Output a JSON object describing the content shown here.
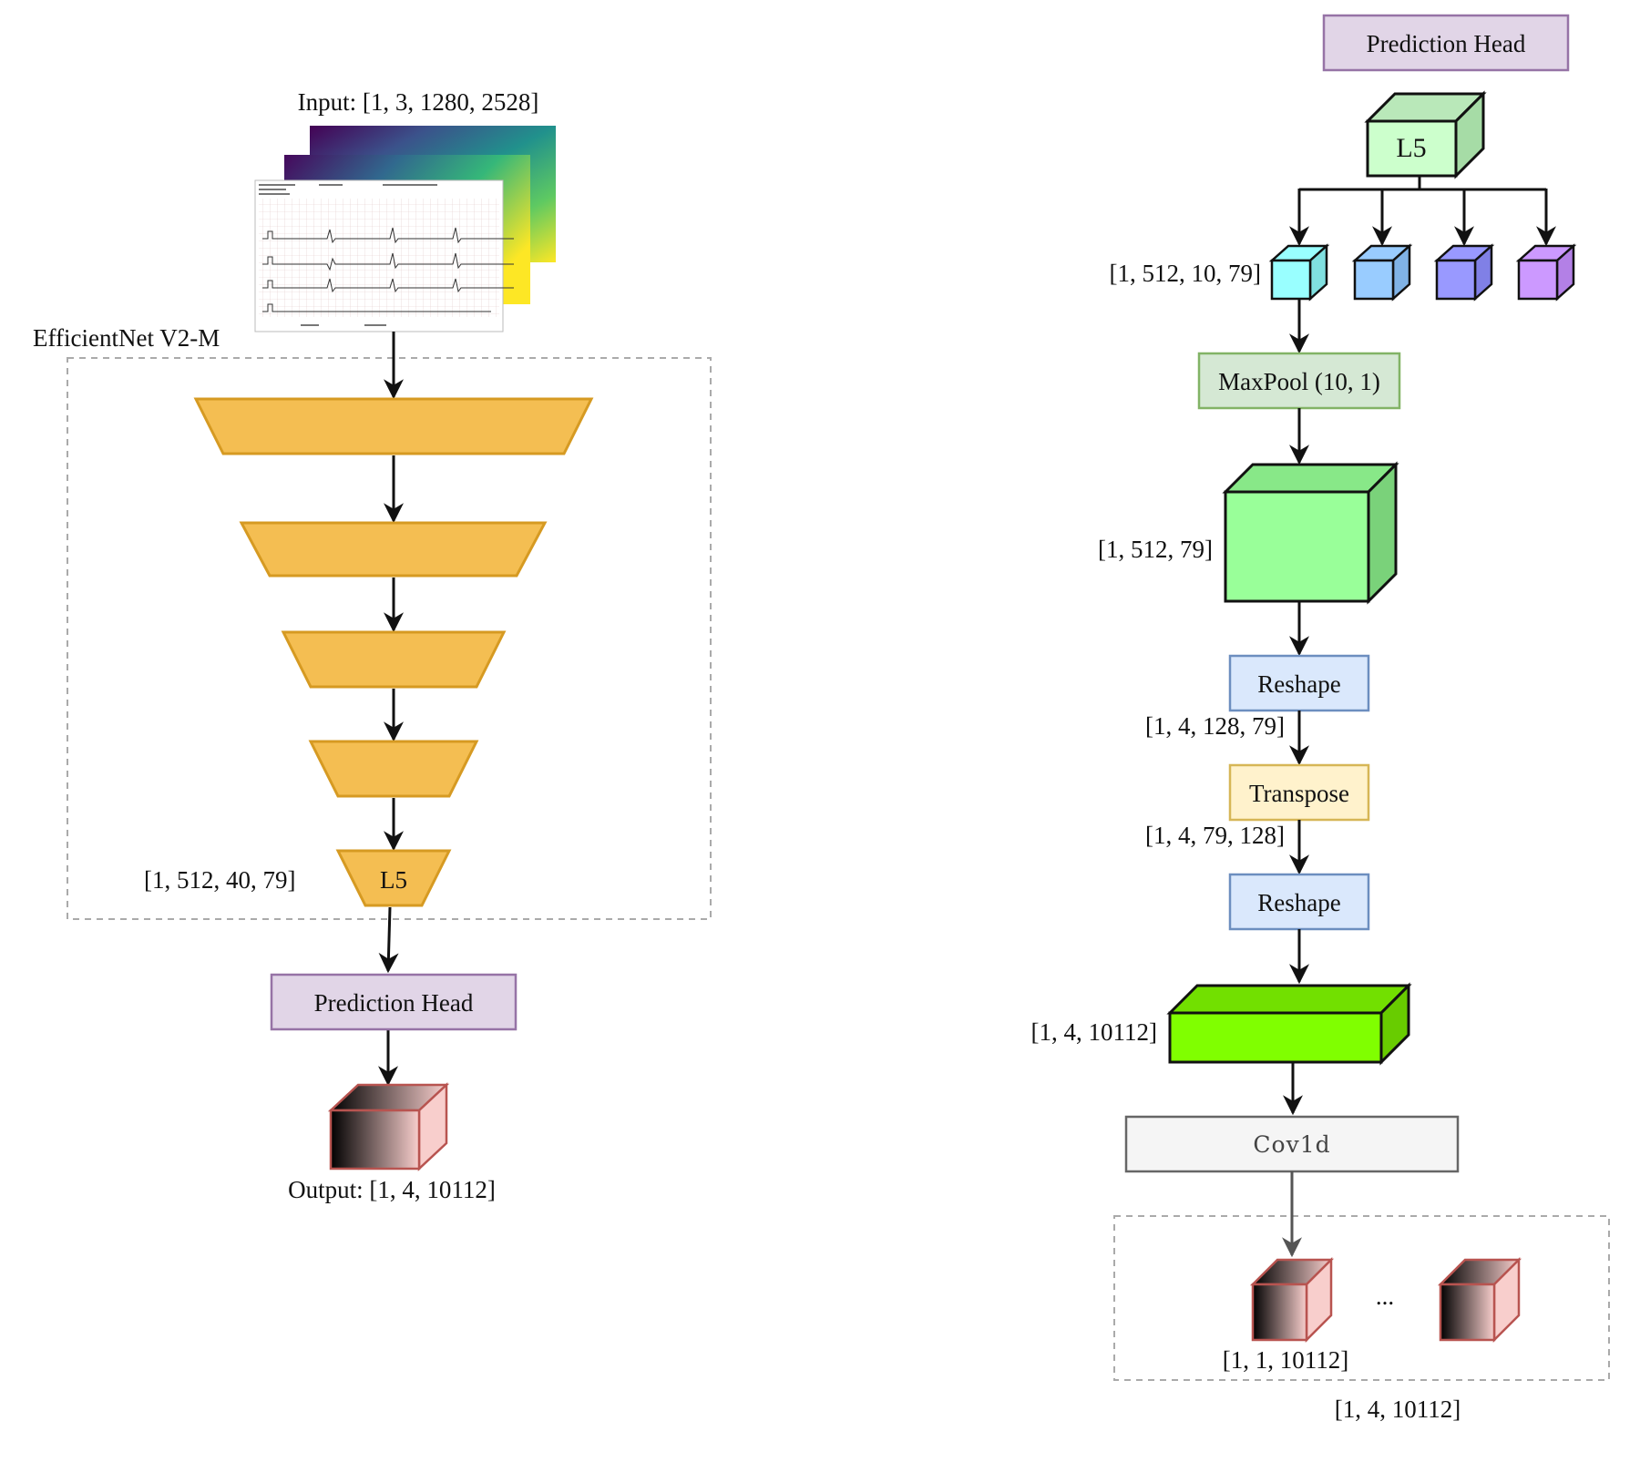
{
  "left": {
    "input_label": "Input: [1, 3, 1280, 2528]",
    "backbone_label": "EfficientNet V2-M",
    "l5_label": "L5",
    "l5_shape": "[1, 512, 40, 79]",
    "prediction_head_label": "Prediction Head",
    "output_label": "Output: [1, 4, 10112]"
  },
  "right": {
    "prediction_head_label": "Prediction Head",
    "l5_label": "L5",
    "split_shape": "[1, 512, 10, 79]",
    "maxpool_label": "MaxPool (10, 1)",
    "pooled_shape": "[1, 512, 79]",
    "reshape1_label": "Reshape",
    "reshape1_shape": "[1, 4, 128, 79]",
    "transpose_label": "Transpose",
    "transpose_shape": "[1, 4, 79, 128]",
    "reshape2_label": "Reshape",
    "reshaped_shape": "[1, 4, 10112]",
    "conv_label": "Cov1d",
    "channel_shape": "[1, 1, 10112]",
    "ellipsis": "...",
    "final_shape": "[1, 4, 10112]"
  },
  "colors": {
    "trapezoid_fill": "#f4be52",
    "trapezoid_stroke": "#d69a22",
    "prediction_head_fill": "#e1d5e7",
    "prediction_head_stroke": "#9673a6",
    "maxpool_fill": "#d5e8d4",
    "maxpool_stroke": "#82b366",
    "reshape_fill": "#dae8fc",
    "reshape_stroke": "#6c8ebf",
    "transpose_fill": "#fff2cc",
    "transpose_stroke": "#d6b656",
    "conv_fill": "#f5f5f5",
    "conv_stroke": "#666666",
    "l5_cube_fill": "#ccffcc",
    "pooled_cube_fill": "#99ff99",
    "reshaped_cube_fill": "#80ff00",
    "split_cube_1": "#99ffff",
    "split_cube_2": "#99ccff",
    "split_cube_3": "#9999ff",
    "split_cube_4": "#cc99ff",
    "output_cube_stroke": "#b85450"
  }
}
